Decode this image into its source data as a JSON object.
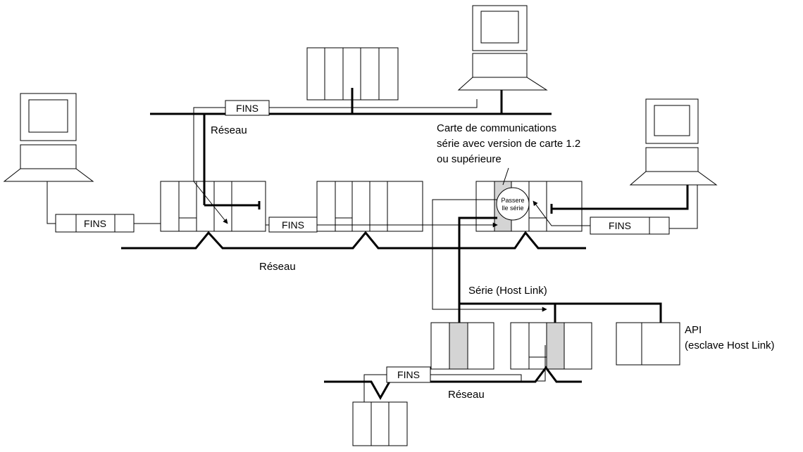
{
  "labels": {
    "fins": "FINS",
    "network": "Réseau",
    "gateway_card_line1": "Carte de communications",
    "gateway_card_line2": "série avec version de carte 1.2",
    "gateway_card_line3": "ou supérieure",
    "gateway_node_line1": "Passere",
    "gateway_node_line2": "lle série",
    "serial_host_link": "Série (Host Link)",
    "api": "API",
    "api_slave": "(esclave Host Link)"
  }
}
